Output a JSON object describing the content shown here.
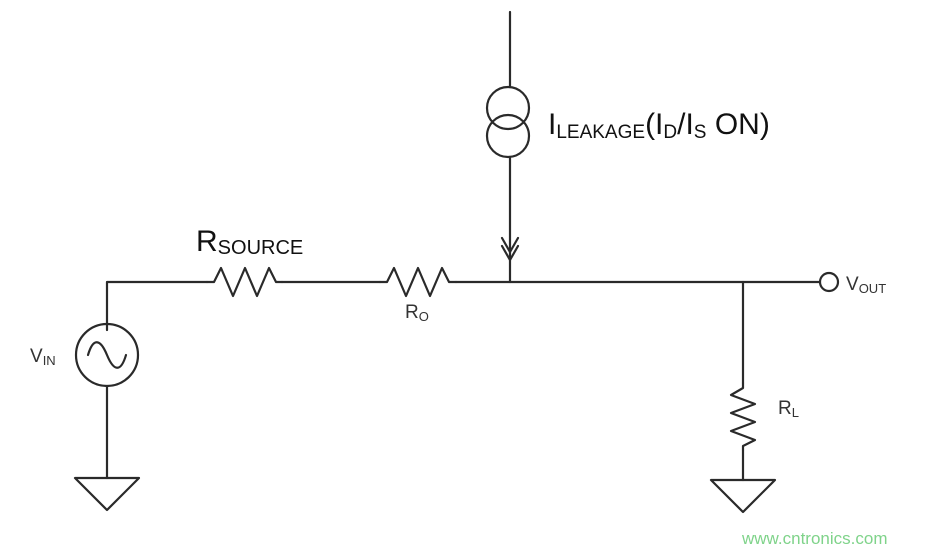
{
  "labels": {
    "leakage_main": "I",
    "leakage_sub": "LEAKAGE",
    "leakage_paren_open": "(I",
    "leakage_d_sub": "D",
    "leakage_slash": "/I",
    "leakage_s_sub": "S",
    "leakage_on": " ON)",
    "rsource_main": "R",
    "rsource_sub": "SOURCE",
    "ro_main": "R",
    "ro_sub": "O",
    "vin_main": "V",
    "vin_sub": "IN",
    "vout_main": "V",
    "vout_sub": "OUT",
    "rl_main": "R",
    "rl_sub": "L"
  },
  "watermark": "www.cntronics.com",
  "colors": {
    "wire": "#2a2a2a",
    "text": "#111111",
    "watermark": "#7fd38a"
  }
}
